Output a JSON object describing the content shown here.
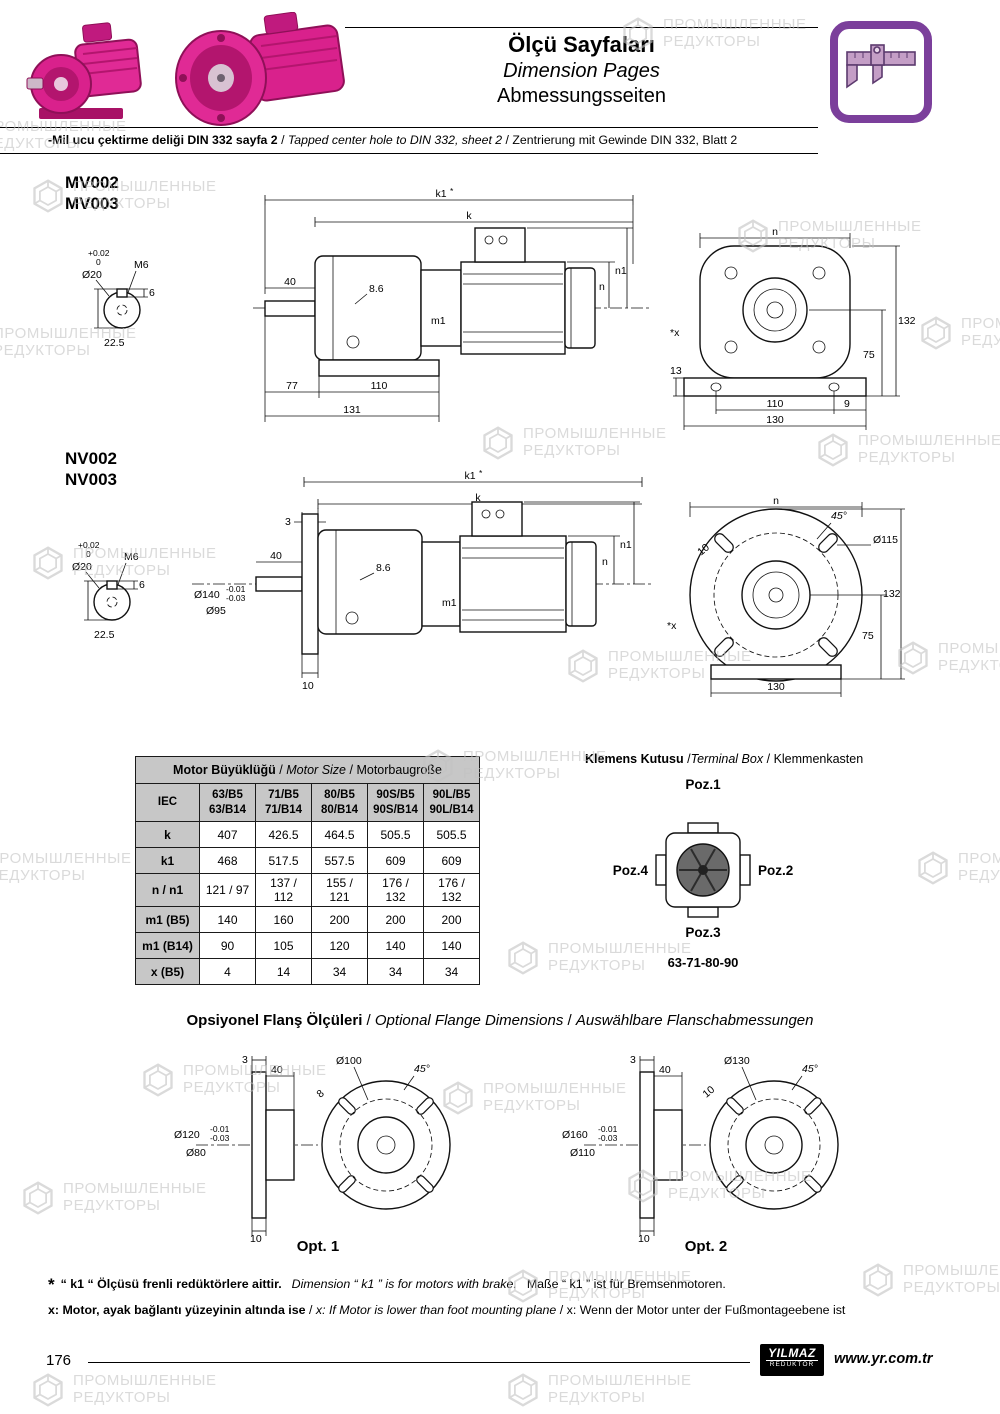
{
  "sep": "/",
  "watermark": {
    "line1": "ПРОМЫШЛЕННЫЕ",
    "line2": "РЕДУКТОРЫ"
  },
  "header": {
    "title_tr": "Ölçü Sayfaları",
    "title_en": "Dimension Pages",
    "title_de": "Abmessungsseiten",
    "note_tr": "-Mil ucu çektirme deliği DIN 332 sayfa 2",
    "note_en": "Tapped center hole to DIN 332, sheet 2",
    "note_de": "Zentrierung mit Gewinde DIN 332, Blatt 2"
  },
  "mv": {
    "model1": "MV002",
    "model2": "MV003",
    "side": {
      "k1": "k1",
      "star": "*",
      "k": "k",
      "len40": "40",
      "key86": "8.6",
      "m1": "m1",
      "n": "n",
      "n1": "n1",
      "b77": "77",
      "b110": "110",
      "b131": "131"
    },
    "front": {
      "n": "n",
      "h132": "132",
      "h75": "75",
      "f13": "13",
      "b110": "110",
      "e9": "9",
      "b130": "130",
      "x": "*x"
    }
  },
  "nv": {
    "model1": "NV002",
    "model2": "NV003",
    "side": {
      "k1": "k1",
      "star": "*",
      "k": "k",
      "t3": "3",
      "len40": "40",
      "key86": "8.6",
      "m1": "m1",
      "n": "n",
      "n1": "n1",
      "d140": "Ø140",
      "tol1": "-0.01",
      "tol2": "-0.03",
      "d95": "Ø95",
      "b10": "10"
    },
    "front": {
      "n": "n",
      "a45": "45°",
      "d115": "Ø115",
      "s10": "10",
      "h132": "132",
      "h75": "75",
      "b130": "130",
      "x": "*x"
    }
  },
  "shaft_detail": {
    "tol_plus": "+0.02",
    "tol_zero": "0",
    "d20": "Ø20",
    "m6": "M6",
    "w6": "6",
    "l225": "22.5"
  },
  "table": {
    "title_tr": "Motor Büyüklüğü",
    "title_en": "Motor Size",
    "title_de": "Motorbaugroße",
    "iec": "IEC",
    "cols": [
      {
        "l1": "63/B5",
        "l2": "63/B14"
      },
      {
        "l1": "71/B5",
        "l2": "71/B14"
      },
      {
        "l1": "80/B5",
        "l2": "80/B14"
      },
      {
        "l1": "90S/B5",
        "l2": "90S/B14"
      },
      {
        "l1": "90L/B5",
        "l2": "90L/B14"
      }
    ],
    "rows": [
      {
        "label": "k",
        "v": [
          "407",
          "426.5",
          "464.5",
          "505.5",
          "505.5"
        ]
      },
      {
        "label": "k1",
        "v": [
          "468",
          "517.5",
          "557.5",
          "609",
          "609"
        ]
      },
      {
        "label": "n / n1",
        "v": [
          "121 / 97",
          "137 / 112",
          "155 / 121",
          "176 / 132",
          "176 / 132"
        ]
      },
      {
        "label": "m1 (B5)",
        "v": [
          "140",
          "160",
          "200",
          "200",
          "200"
        ]
      },
      {
        "label": "m1 (B14)",
        "v": [
          "90",
          "105",
          "120",
          "140",
          "140"
        ]
      },
      {
        "label": "x (B5)",
        "v": [
          "4",
          "14",
          "34",
          "34",
          "34"
        ]
      }
    ]
  },
  "terminal": {
    "title_tr": "Klemens Kutusu",
    "title_en": "Terminal Box",
    "title_de": "Klemmenkasten",
    "poz1": "Poz.1",
    "poz2": "Poz.2",
    "poz3": "Poz.3",
    "poz4": "Poz.4",
    "sizes": "63-71-80-90"
  },
  "flange": {
    "title_tr": "Opsiyonel Flanş Ölçüleri",
    "title_en": "Optional Flange Dimensions",
    "title_de": "Auswählbare Flanschabmessungen",
    "opt1": {
      "label": "Opt. 1",
      "t3": "3",
      "len40": "40",
      "s8": "8",
      "bc": "Ø100",
      "a45": "45°",
      "d": "Ø120",
      "tol1": "-0.01",
      "tol2": "-0.03",
      "hub": "Ø80",
      "b10": "10"
    },
    "opt2": {
      "label": "Opt. 2",
      "t3": "3",
      "len40": "40",
      "s10": "10",
      "bc": "Ø130",
      "a45": "45°",
      "d": "Ø160",
      "tol1": "-0.01",
      "tol2": "-0.03",
      "hub": "Ø110",
      "b10": "10"
    }
  },
  "footnotes": {
    "star": "*",
    "n1_tr": "“ k1 “ Ölçüsü frenli redüktörlere aittir.",
    "n1_en": "Dimension “ k1 ” is for motors with brake.",
    "n1_de": "Maße “ k1 ” ist für Bremsenmotoren.",
    "n2_tr": "x: Motor, ayak bağlantı yüzeyinin altında ise",
    "n2_en": "x: If Motor is lower than foot mounting plane",
    "n2_de": "x: Wenn der Motor unter der Fußmontageebene ist"
  },
  "footer": {
    "page": "176",
    "logo1": "YILMAZ",
    "logo2": "REDÜKTÖR",
    "url": "www.yr.com.tr"
  }
}
